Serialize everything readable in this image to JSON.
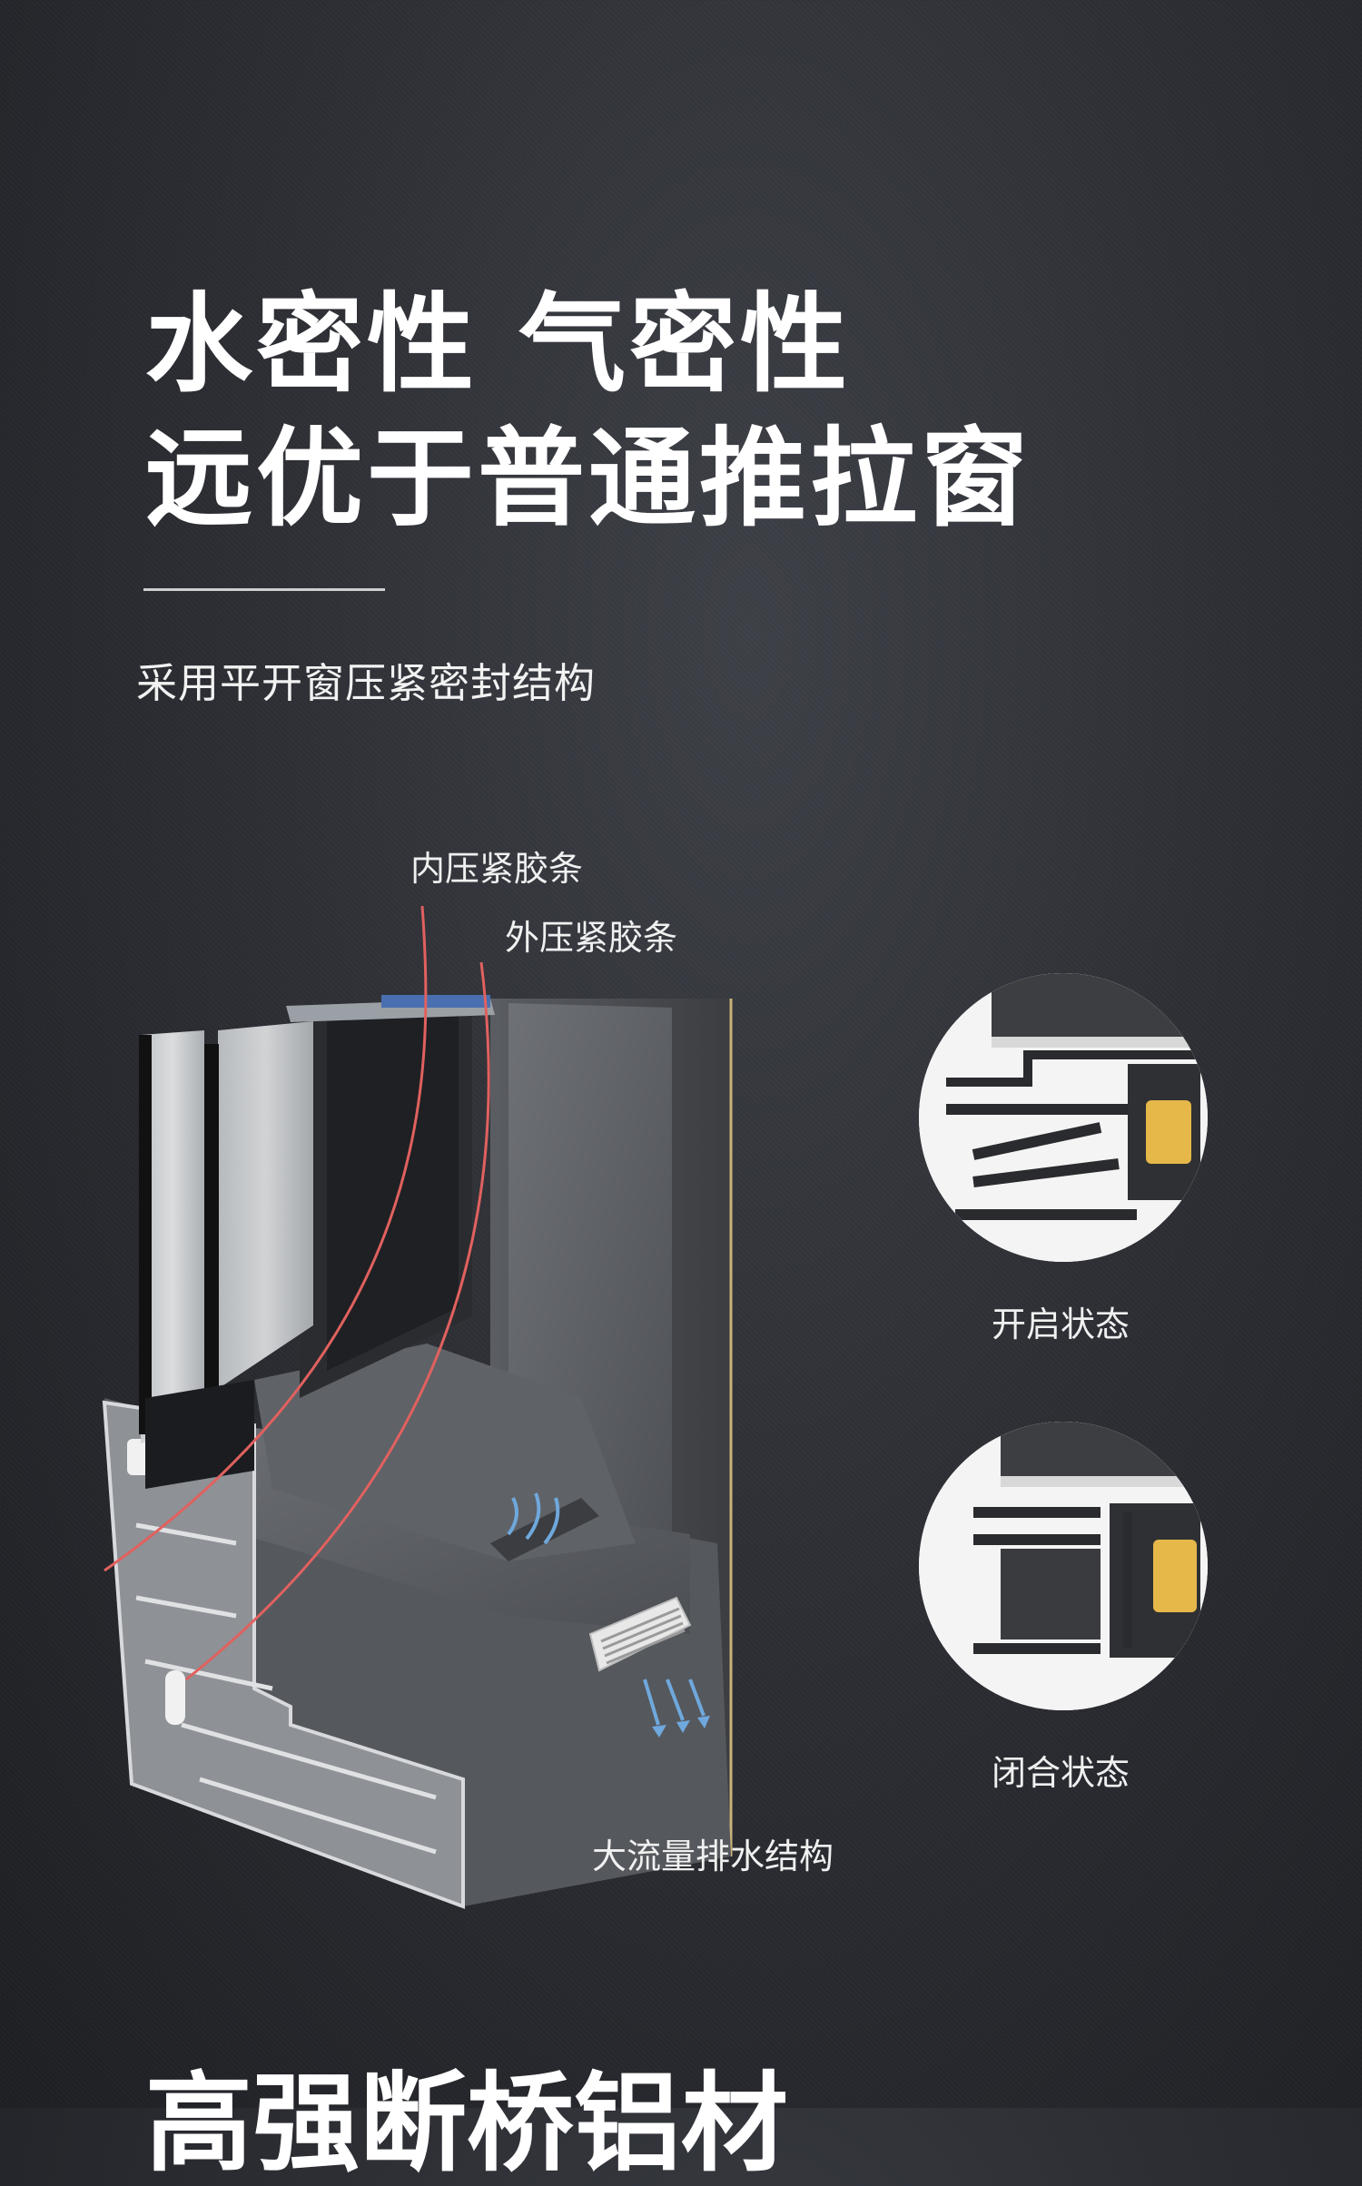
{
  "headline": {
    "line1": "水密性 气密性",
    "line2": "远优于普通推拉窗"
  },
  "subtitle": "采用平开窗压紧密封结构",
  "callouts": {
    "inner_gasket": "内压紧胶条",
    "outer_gasket": "外压紧胶条",
    "drainage": "大流量排水结构"
  },
  "states": {
    "open": "开启状态",
    "closed": "闭合状态"
  },
  "bottom_heading": "高强断桥铝材",
  "colors": {
    "background": "#2d2f35",
    "profile_gray": "#6b6e73",
    "callout_line": "#e0615f",
    "water_arrow": "#6fa8dc"
  }
}
